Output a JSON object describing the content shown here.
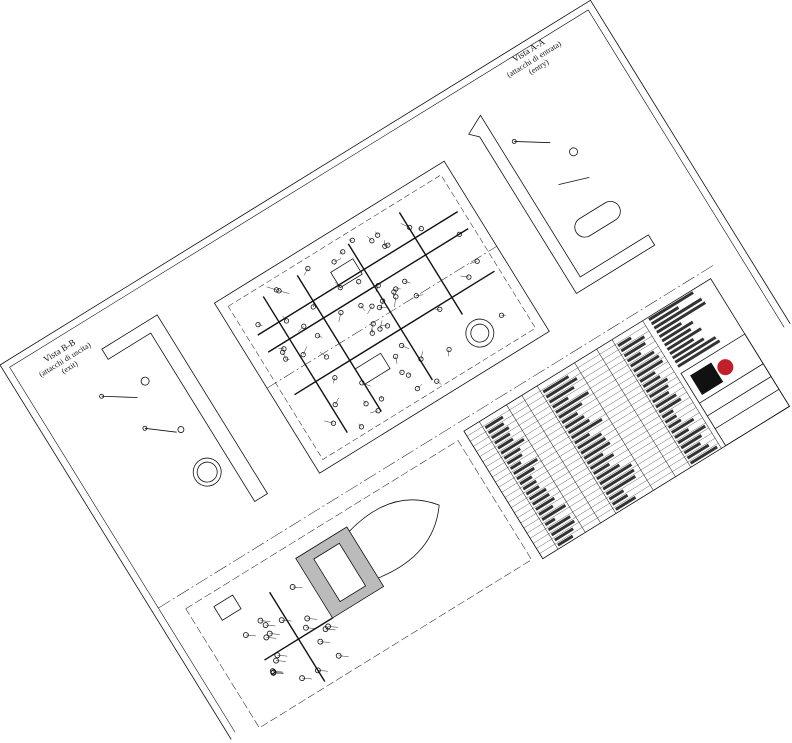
{
  "views": {
    "view_bb": {
      "title": "Vista B-B",
      "subtitle": "(attacchi di uscita)",
      "note": "(exit)"
    },
    "view_aa": {
      "title": "Vista A-A",
      "subtitle": "(attacchi di entrata)",
      "note": "(entry)"
    }
  },
  "colors": {
    "line": "#111111",
    "logo_red": "#c0202a"
  }
}
